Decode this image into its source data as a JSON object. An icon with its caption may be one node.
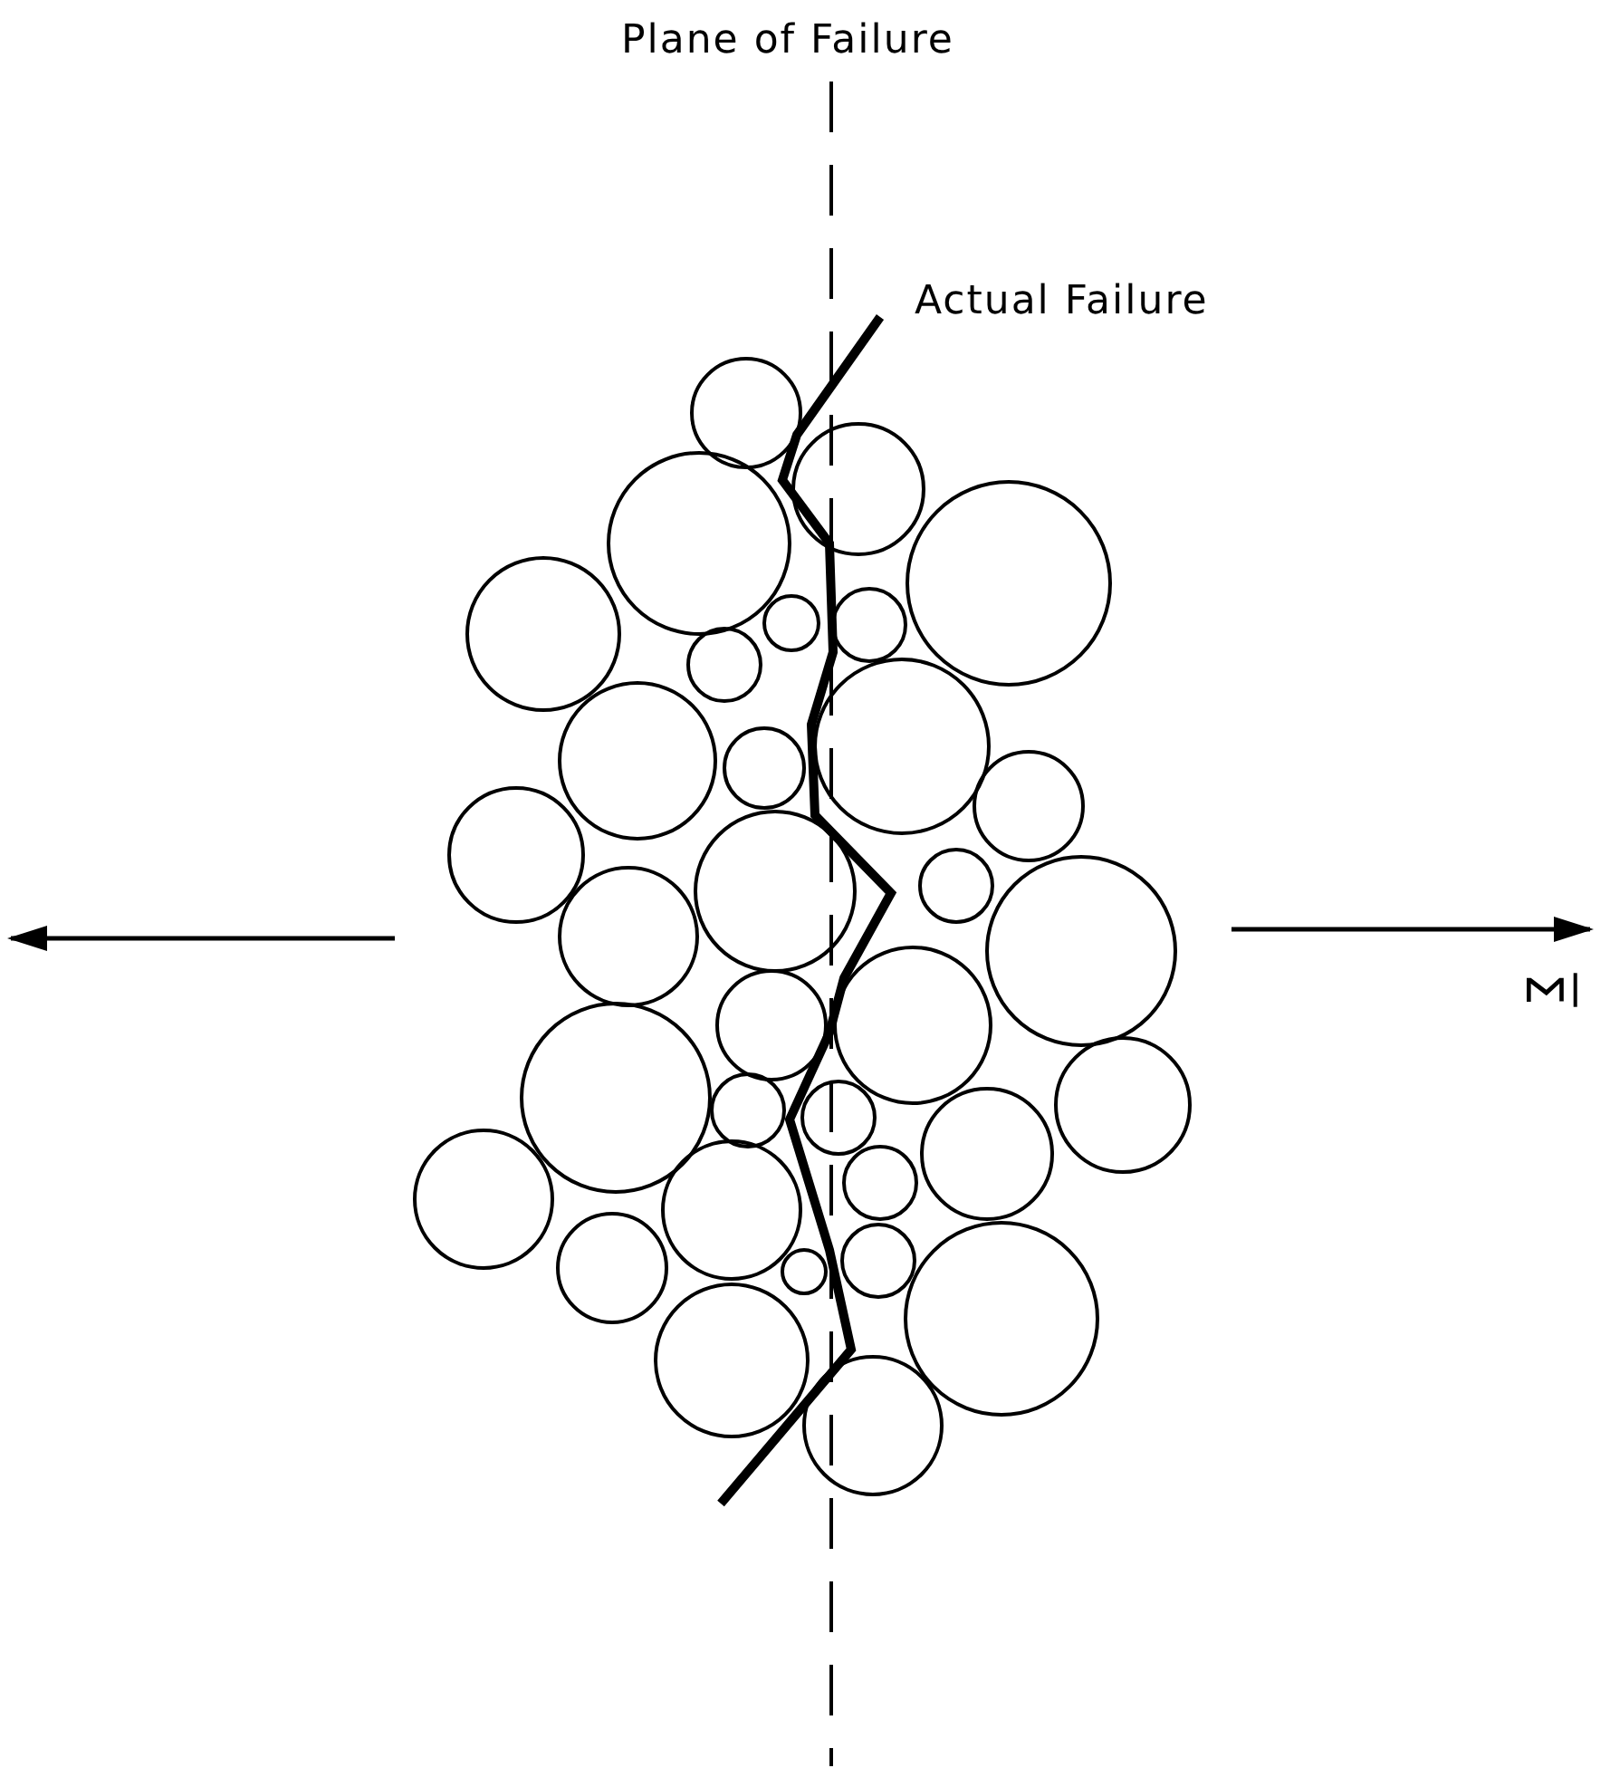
{
  "diagram": {
    "labels": [
      "Plane of Failure",
      "Actual Failure",
      "Σ"
    ]
  }
}
